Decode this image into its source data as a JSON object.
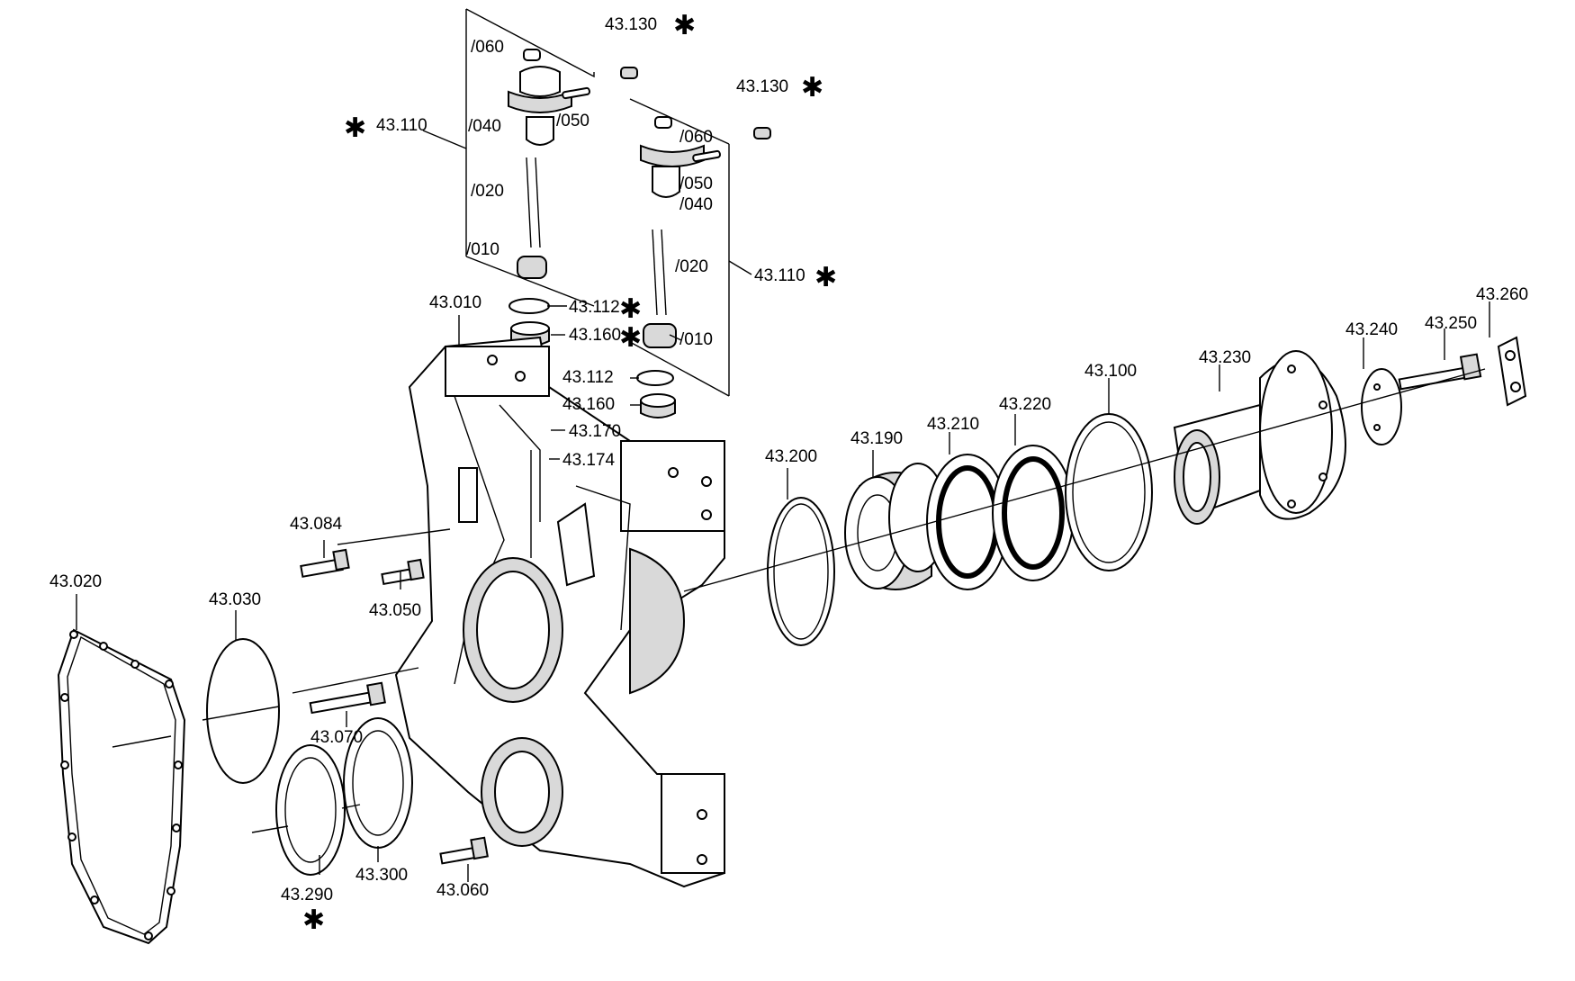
{
  "labels": {
    "l43_130a": "43.130",
    "l43_130b": "43.130",
    "l43_110a": "43.110",
    "l43_110b": "43.110",
    "s060a": "/060",
    "s040a": "/040",
    "s050a": "/050",
    "s020a": "/020",
    "s010a": "/010",
    "s060b": "/060",
    "s050b": "/050",
    "s040b": "/040",
    "s020b": "/020",
    "s010b": "/010",
    "l43_010": "43.010",
    "l43_112a": "43.112",
    "l43_160a": "43.160",
    "l43_112b": "43.112",
    "l43_160b": "43.160",
    "l43_170": "43.170",
    "l43_174": "43.174",
    "l43_084": "43.084",
    "l43_050": "43.050",
    "l43_020": "43.020",
    "l43_030": "43.030",
    "l43_070": "43.070",
    "l43_290": "43.290",
    "l43_300": "43.300",
    "l43_060": "43.060",
    "l43_200": "43.200",
    "l43_190": "43.190",
    "l43_210": "43.210",
    "l43_220": "43.220",
    "l43_100": "43.100",
    "l43_230": "43.230",
    "l43_240": "43.240",
    "l43_250": "43.250",
    "l43_260": "43.260"
  },
  "marker": "✱",
  "icons": {
    "housing": "gearbox-housing-icon",
    "gasket": "gasket-icon",
    "bearing": "roller-bearing-icon",
    "flange": "output-flange-icon"
  }
}
